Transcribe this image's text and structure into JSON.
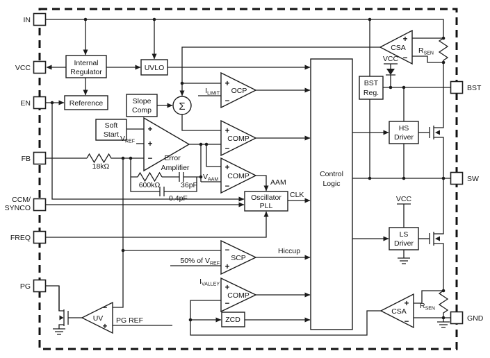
{
  "d": {
    "pins": {
      "in": "IN",
      "vcc": "VCC",
      "en": "EN",
      "fb": "FB",
      "ccm1": "CCM/",
      "ccm2": "SYNCO",
      "freq": "FREQ",
      "pg": "PG",
      "bst": "BST",
      "sw": "SW",
      "gnd": "GND"
    },
    "blk": {
      "internal1": "Internal",
      "internal2": "Regulator",
      "uvlo": "UVLO",
      "reference": "Reference",
      "slope1": "Slope",
      "slope2": "Comp",
      "soft1": "Soft",
      "soft2": "Start",
      "osc1": "Oscillator",
      "osc2": "PLL",
      "ctrl1": "Control",
      "ctrl2": "Logic",
      "bstreg1": "BST",
      "bstreg2": "Reg.",
      "hs": "HS",
      "ls": "LS",
      "driver": "Driver",
      "zcd": "ZCD"
    },
    "amp": {
      "ocp": "OCP",
      "comp": "COMP",
      "scp": "SCP",
      "uv": "UV",
      "csa": "CSA",
      "err1": "Error",
      "err2": "Amplifier"
    },
    "sym": {
      "plus": "+",
      "minus": "−",
      "sigma": "Σ"
    },
    "sig": {
      "ilimit_m": "I",
      "ilimit_s": "LIMIT",
      "vref_m": "V",
      "vref_s": "REF",
      "vaam_m": "V",
      "vaam_s": "AAM",
      "ivalley_m": "I",
      "ivalley_s": "VALLEY",
      "rsen_m": "R",
      "rsen_s": "SEN",
      "scpref_m": "50% of V",
      "scpref_s": "REF",
      "aam": "AAM",
      "clk": "CLK",
      "hiccup": "Hiccup",
      "pgref": "PG REF",
      "vcc": "VCC",
      "r18": "18kΩ",
      "r600": "600kΩ",
      "c36": "36pF",
      "c04": "0.4pF"
    }
  }
}
